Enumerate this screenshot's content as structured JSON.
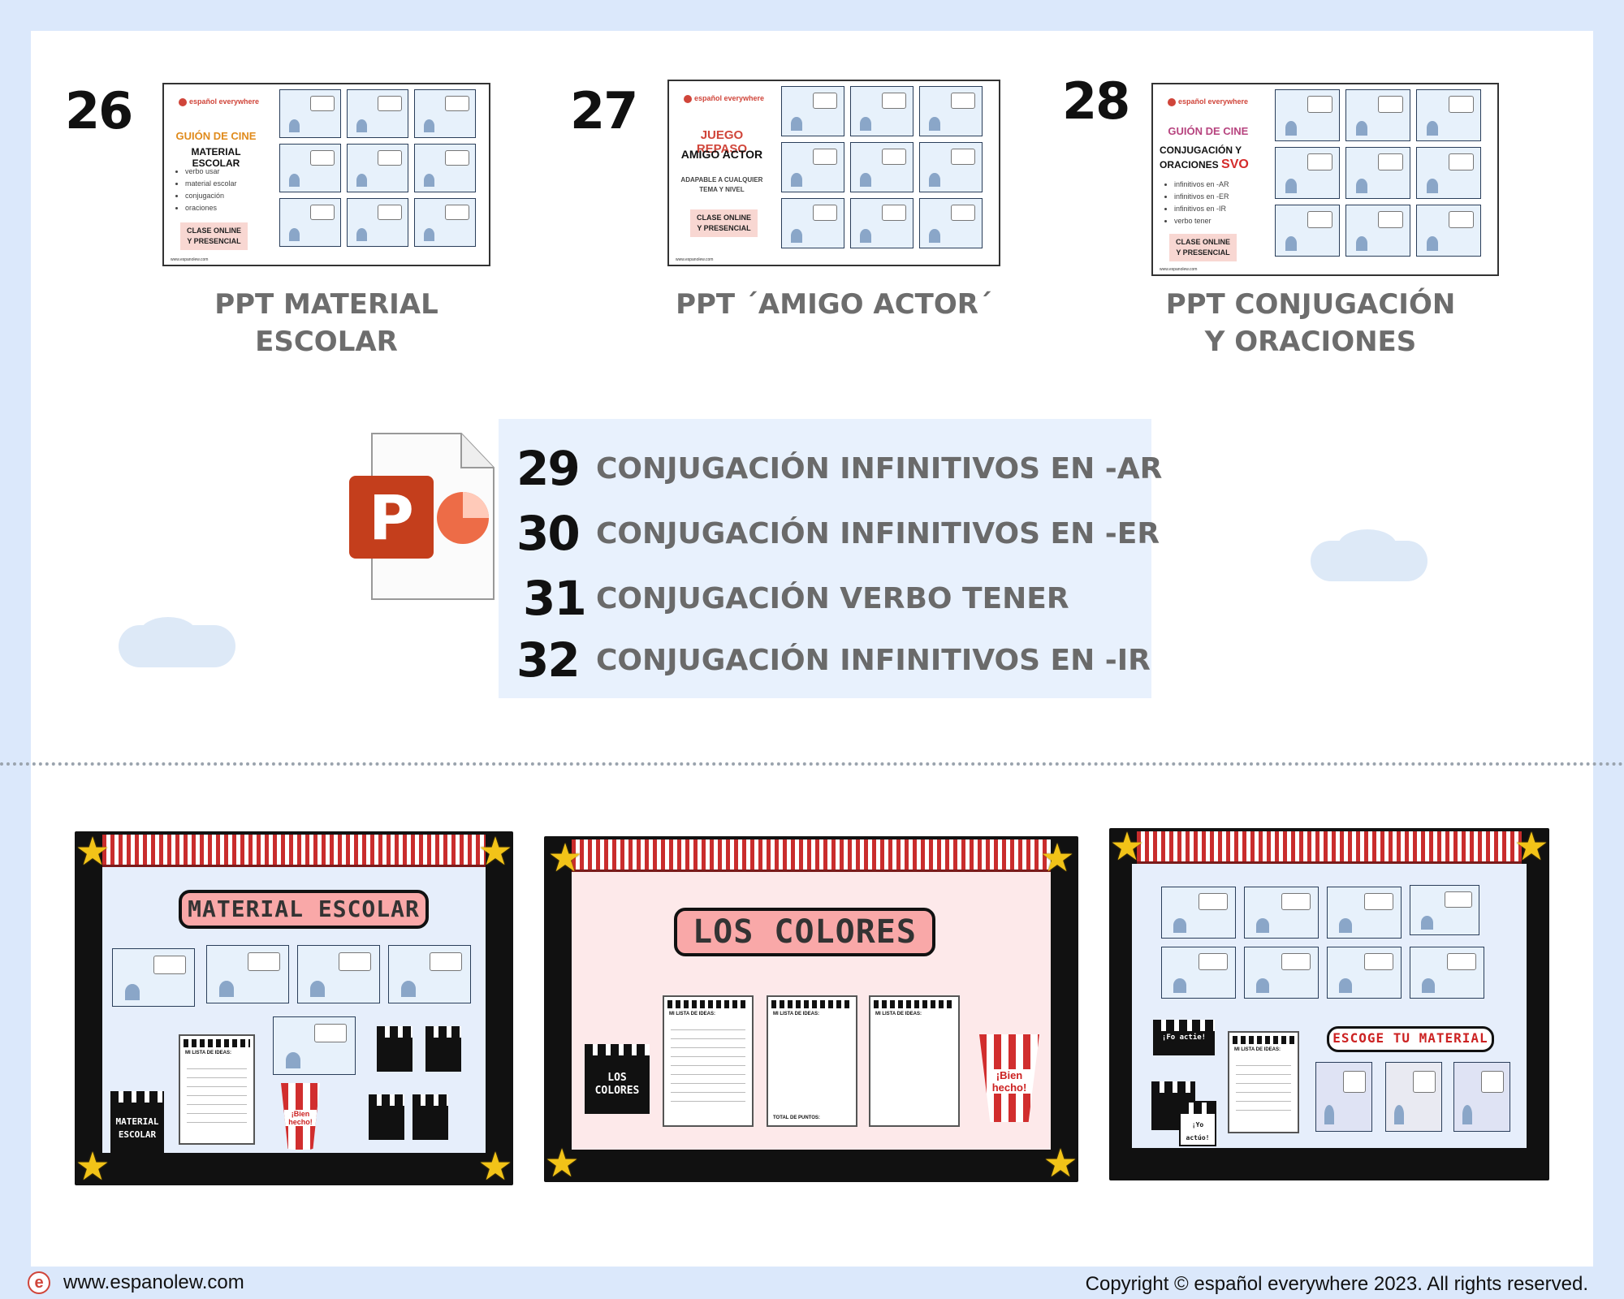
{
  "items_top": [
    {
      "number": "26",
      "caption_1": "PPT MATERIAL",
      "caption_2": "ESCOLAR",
      "thumb": {
        "logo": "español everywhere",
        "title": "GUIÓN DE CINE",
        "subtitle": "MATERIAL ESCOLAR",
        "bullets": [
          "verbo usar",
          "material escolar",
          "conjugación",
          "oraciones"
        ],
        "badge_1": "CLASE ONLINE",
        "badge_2": "Y PRESENCIAL",
        "footer": "www.espanolew.com"
      }
    },
    {
      "number": "27",
      "caption_1": "PPT ´AMIGO ACTOR´",
      "caption_2": "",
      "thumb": {
        "logo": "español everywhere",
        "title": "JUEGO REPASO",
        "subtitle": "AMIGO ACTOR",
        "note_1": "ADAPABLE A CUALQUIER",
        "note_2": "TEMA Y NIVEL",
        "badge_1": "CLASE ONLINE",
        "badge_2": "Y PRESENCIAL",
        "footer": "www.espanolew.com"
      }
    },
    {
      "number": "28",
      "caption_1": "PPT CONJUGACIÓN",
      "caption_2": "Y ORACIONES",
      "thumb": {
        "logo": "español everywhere",
        "title": "GUIÓN DE CINE",
        "subtitle_1": "CONJUGACIÓN Y",
        "subtitle_2": "ORACIONES",
        "svo": "SVO",
        "bullets": [
          "infinitivos en -AR",
          "infinitivos en -ER",
          "infinitivos en -IR",
          "verbo tener"
        ],
        "badge_1": "CLASE ONLINE",
        "badge_2": "Y PRESENCIAL",
        "footer": "www.espanolew.com"
      }
    }
  ],
  "ppt_icon": {
    "name": "powerpoint-icon",
    "letter": "P",
    "color": "#c43e1c"
  },
  "list": [
    {
      "number": "29",
      "text": "CONJUGACIÓN INFINITIVOS EN -AR"
    },
    {
      "number": "30",
      "text": "CONJUGACIÓN INFINITIVOS EN -ER"
    },
    {
      "number": "31",
      "text": "CONJUGACIÓN VERBO TENER"
    },
    {
      "number": "32",
      "text": "CONJUGACIÓN INFINITIVOS EN -IR"
    }
  ],
  "boards": [
    {
      "title": "MATERIAL ESCOLAR",
      "clapboard": "MATERIAL ESCOLAR",
      "sheet_header": "MI LISTA DE IDEAS:",
      "popcorn_label": "¡Bien hecho!"
    },
    {
      "title": "LOS COLORES",
      "clapboard": "LOS COLORES",
      "sheet_header": "MI LISTA DE IDEAS:",
      "sheet_total": "TOTAL DE PUNTOS:",
      "popcorn_label": "¡Bien hecho!"
    },
    {
      "title": "ESCOGE TU MATERIAL",
      "sheet_header": "MI LISTA DE IDEAS:",
      "clap_1": "¡Fo actie!",
      "clap_2": "¡Yo actúo!"
    }
  ],
  "footer": {
    "url": "www.espanolew.com",
    "copyright": "Copyright © español everywhere 2023. All rights reserved."
  },
  "colors": {
    "background": "#dbe8fb",
    "list_bg": "#e8f1fd",
    "caption": "#6d6d6d",
    "accent_red": "#c92d2d",
    "star": "#f2c318"
  }
}
